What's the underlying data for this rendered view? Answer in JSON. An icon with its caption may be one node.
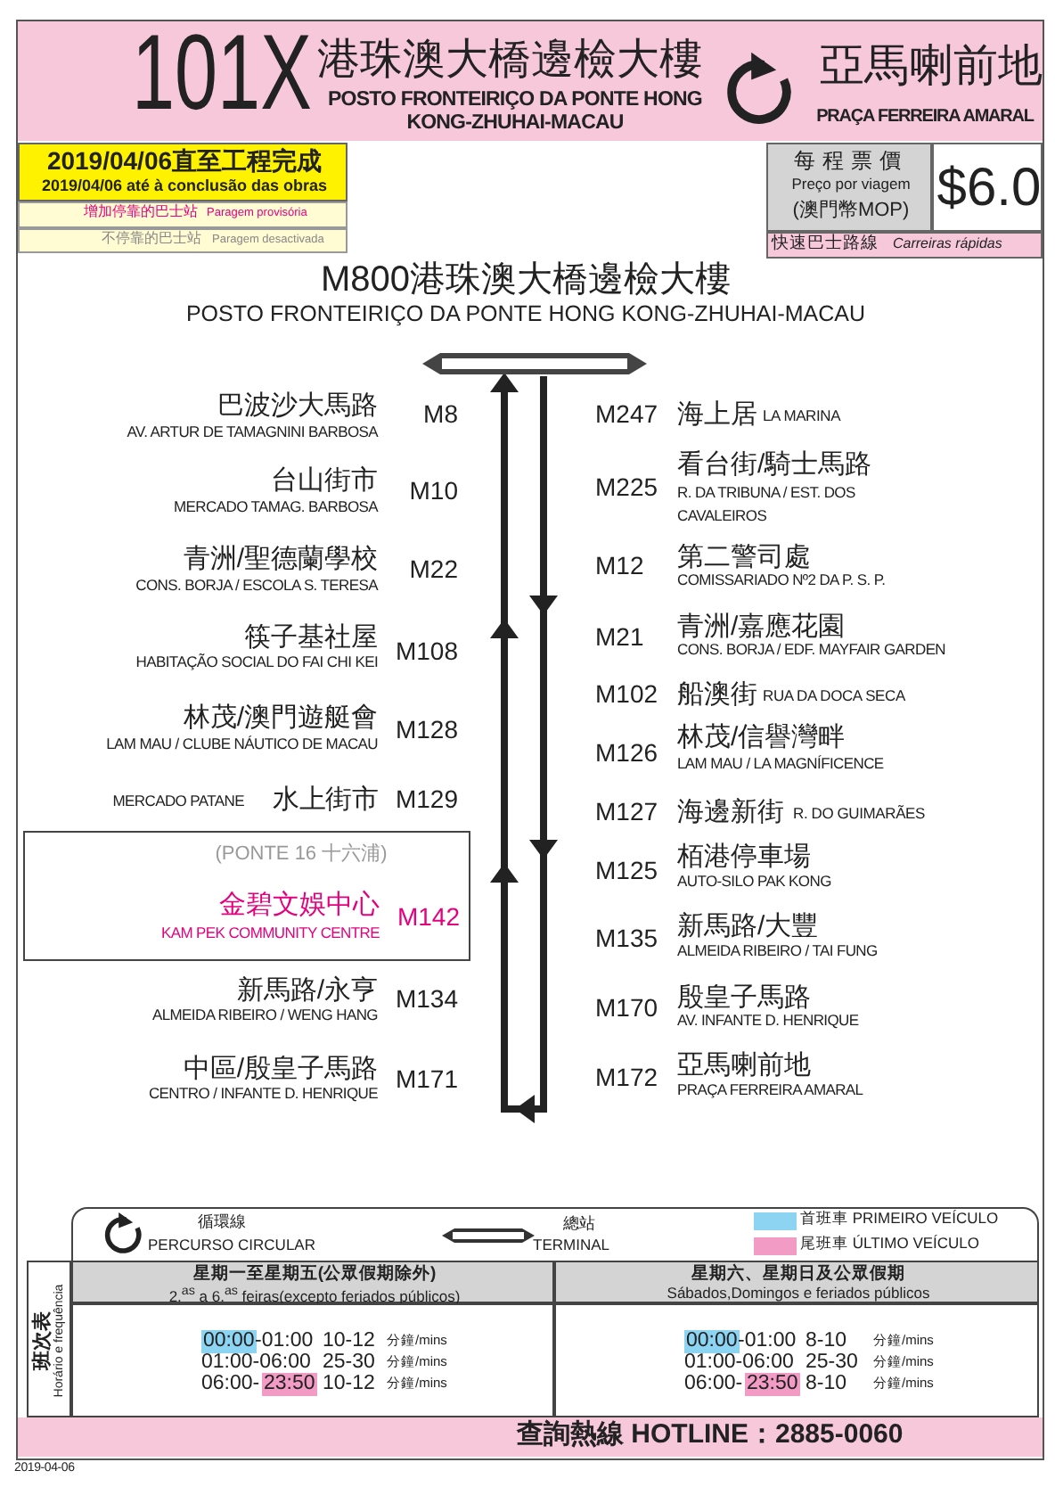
{
  "diagram": {
    "nodes": [
      {
        "text": [
          "101X",
          "港珠澳大橋邊檢大樓",
          "POSTO FRONTEIRIÇO DA PONTE HONG KONG-ZHUHAI-MACAU",
          "亞馬喇前地",
          "PRAÇA FERREIRA AMARAL"
        ]
      },
      {
        "text": [
          "2019/04/06直至工程完成",
          "2019/04/06 até à conclusão das obras"
        ]
      },
      {
        "text": [
          "增加停靠的巴士站",
          "Paragem provisória"
        ]
      },
      {
        "text": [
          "不停靠的巴士站",
          "Paragem desactivada"
        ]
      },
      {
        "text": [
          "每程票價",
          "Preço por viagem",
          "(澳門幣MOP)"
        ]
      },
      {
        "text": [
          "$6.0"
        ]
      },
      {
        "text": [
          "快速巴士路線",
          "Carreiras rápidas"
        ]
      },
      {
        "text": [
          "(PONTE 16 十六浦)",
          "金碧文娛中心",
          "KAM PEK COMMUNITY CENTRE",
          "M142"
        ]
      },
      {
        "text": [
          "循環線",
          "PERCURSO CIRCULAR",
          "總站",
          "TERMINAL"
        ]
      },
      {
        "text": [
          "班次表",
          "Horário e frequência"
        ]
      },
      {
        "text": [
          "星期一至星期五(公眾假期除外)",
          "2.$^{as}$ a 6.$^{as}$ feiras(excepto feriados públicos)"
        ]
      },
      {
        "text": [
          "星期六、星期日及公眾假期",
          "Sábados,Domingos e feriados públicos"
        ]
      },
      {
        "text": [
          "00:00",
          "-01:00",
          "10-12",
          "分鐘/mins",
          "01:00-06:00",
          "25-30",
          "分鐘/mins",
          "06:00-",
          "23:50",
          "10-12",
          "分鐘/mins"
        ]
      },
      {
        "text": [
          "00:00",
          "-01:00",
          "8-10",
          "分鐘/mins",
          "01:00-06:00",
          "25-30",
          "分鐘/mins",
          "06:00-",
          "23:50",
          "8-10",
          "分鐘/mins"
        ]
      },
      {
        "text": [
          "查詢熱線 HOTLINE：2885-0060"
        ]
      }
    ],
    "labels": [
      "M800港珠澳大橋邊檢大樓",
      "POSTO FRONTEIRIÇO DA PONTE HONG KONG-ZHUHAI-MACAU",
      "巴波沙大馬路",
      "AV. ARTUR DE TAMAGNINI BARBOSA",
      "M8",
      "台山街市",
      "MERCADO TAMAG. BARBOSA",
      "M10",
      "青洲/聖德蘭學校",
      "CONS. BORJA / ESCOLA S. TERESA",
      "M22",
      "筷子基社屋",
      "HABITAÇÃO SOCIAL DO FAI CHI KEI",
      "M108",
      "林茂/澳門遊艇會",
      "LAM MAU / CLUBE NÁUTICO DE MACAU",
      "M128",
      "MERCADO PATANE",
      "水上街市",
      "M129",
      "新馬路/永亨",
      "ALMEIDA RIBEIRO / WENG HANG",
      "M134",
      "中區/殷皇子馬路",
      "CENTRO / INFANTE D. HENRIQUE",
      "M171",
      "M247",
      "海上居",
      "LA MARINA",
      "M225",
      "看台街/騎士馬路",
      "R. DA TRIBUNA / EST. DOS CAVALEIROS",
      "M12",
      "第二警司處",
      "COMISSARIADO Nº2 DA P. S. P.",
      "M21",
      "青洲/嘉應花園",
      "CONS. BORJA / EDF. MAYFAIR GARDEN",
      "M102",
      "船澳街",
      "RUA DA DOCA SECA",
      "M126",
      "林茂/信譽灣畔",
      "LAM MAU / LA MAGNÍFICENCE",
      "M127",
      "海邊新街",
      "R. DO GUIMARÃES",
      "M125",
      "栢港停車場",
      "AUTO-SILO PAK KONG",
      "M135",
      "新馬路/大豐",
      "ALMEIDA RIBEIRO / TAI FUNG",
      "M170",
      "殷皇子馬路",
      "AV. INFANTE D. HENRIQUE",
      "M172",
      "亞馬喇前地",
      "PRAÇA FERREIRA AMARAL",
      "2019-04-06"
    ],
    "legend": [
      {
        "text": "首班車 PRIMEIRO VEÍCULO",
        "color": "#8dd3f2"
      },
      {
        "text": "尾班車 ÚLTIMO VEÍCULO",
        "color": "#f29bc4"
      }
    ]
  }
}
